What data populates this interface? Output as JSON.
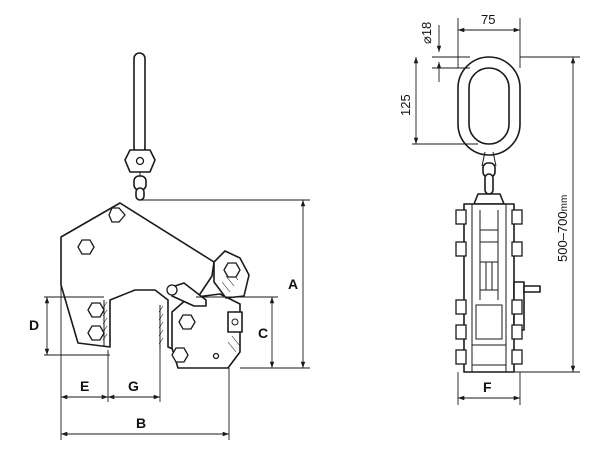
{
  "labels": {
    "A": "A",
    "B": "B",
    "C": "C",
    "D": "D",
    "E": "E",
    "F": "F",
    "G": "G"
  },
  "dims": {
    "ring_wire": "⌀18",
    "ring_width": "75",
    "ring_height": "125",
    "total_length": "500–700",
    "unit": "mm"
  }
}
